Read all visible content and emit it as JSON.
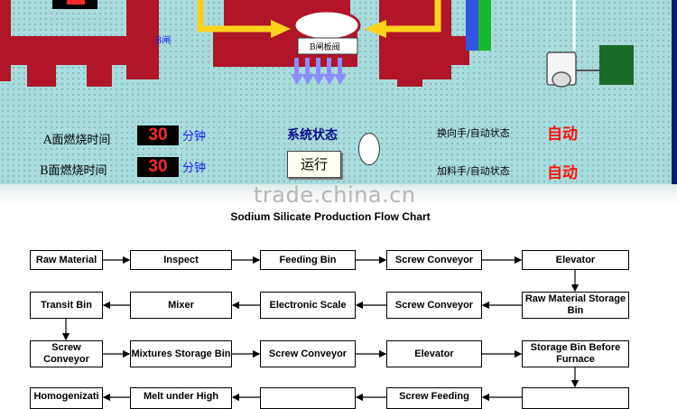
{
  "scada": {
    "a_label": "A面燃烧时间",
    "b_label": "B面燃烧时间",
    "a_value": "30",
    "b_value": "30",
    "unit": "分钟",
    "system_status_label": "系统状态",
    "run_button": "运行",
    "reversing_label": "换向手/自动状态",
    "feeding_label": "加料手/自动状态",
    "reversing_state": "自动",
    "feeding_state": "自动",
    "b_tag": "B闸",
    "b_valve": "B闸板阀",
    "colors": {
      "furnace": "#b0152a",
      "arrow": "#ffd21a",
      "accent_green": "#19b82c"
    }
  },
  "watermark": "trade.china.cn",
  "flow": {
    "title": "Sodium Silicate Production Flow Chart",
    "row1": [
      "Raw Material",
      "Inspect",
      "Feeding Bin",
      "Screw Conveyor",
      "Elevator"
    ],
    "row2": [
      "Transit Bin",
      "Mixer",
      "Electronic Scale",
      "Screw Conveyor",
      "Raw Material Storage Bin"
    ],
    "row3": [
      "Screw Conveyor",
      "Mixtures Storage Bin",
      "Screw Conveyor",
      "Elevator",
      "Storage Bin Before Furnace"
    ],
    "row4": [
      "Homogenizati",
      "Melt under High",
      "",
      "Screw Feeding",
      ""
    ]
  }
}
